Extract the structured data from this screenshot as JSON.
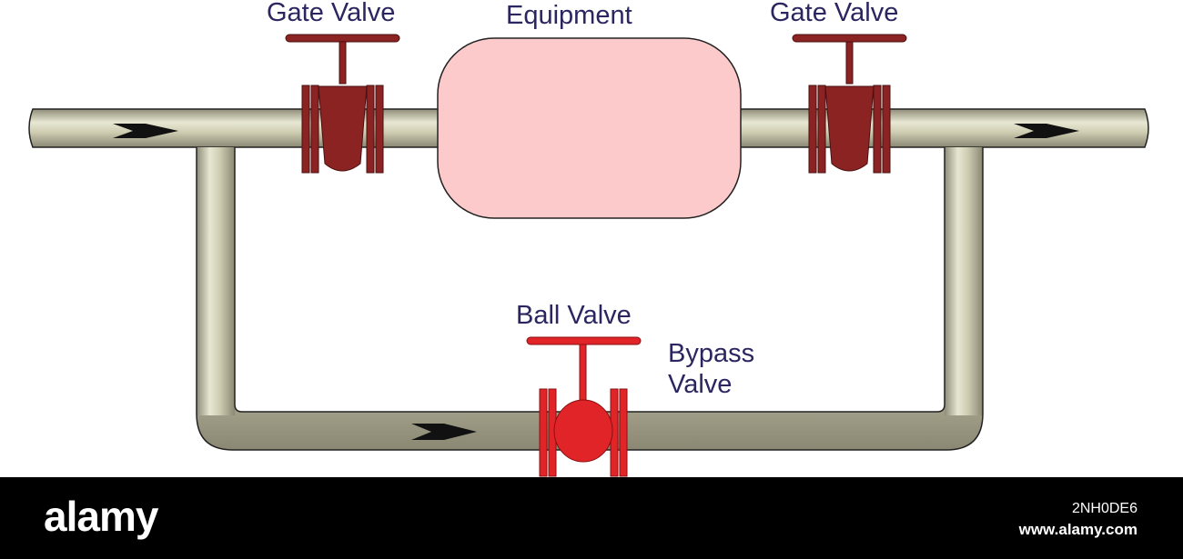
{
  "labels": {
    "gate_valve_left": "Gate Valve",
    "equipment": "Equipment",
    "gate_valve_right": "Gate Valve",
    "ball_valve": "Ball Valve",
    "bypass_line1": "Bypass",
    "bypass_line2": "Valve"
  },
  "footer": {
    "logo": "alamy",
    "image_id": "2NH0DE6",
    "url": "www.alamy.com"
  },
  "colors": {
    "pipe_fill": "#cfcdb2",
    "pipe_stroke": "#222222",
    "gate_valve": "#8b2323",
    "ball_valve": "#e02428",
    "equipment": "#fccaca",
    "label_text": "#2b2560",
    "arrow": "#111111"
  },
  "icons": [
    "flow-arrow-icon",
    "gate-valve-icon",
    "ball-valve-icon"
  ]
}
